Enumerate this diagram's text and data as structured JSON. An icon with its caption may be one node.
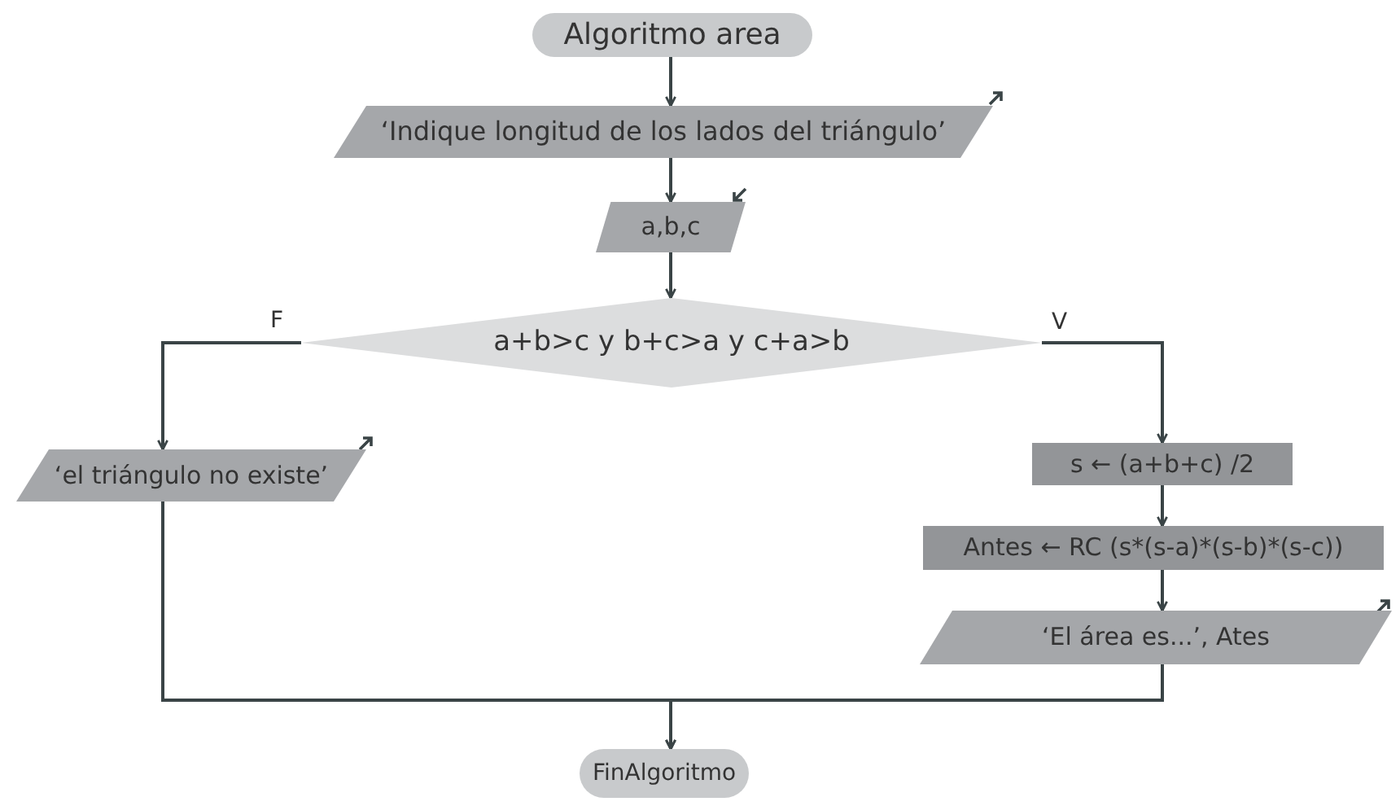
{
  "diagram": {
    "nodes": [
      {
        "text": [
          "Algoritmo area"
        ]
      },
      {
        "text": [
          "‘Indique longitud de los lados del triángulo’"
        ]
      },
      {
        "text": [
          "a,b,c"
        ]
      },
      {
        "text": [
          "a+b>c y b+c>a y c+a>b"
        ]
      },
      {
        "text": [
          "‘el triángulo no existe’"
        ]
      },
      {
        "text": [
          "s ← (a+b+c) /2"
        ]
      },
      {
        "text": [
          "Antes ← RC (s*(s-a)*(s-b)*(s-c))"
        ]
      },
      {
        "text": [
          "‘El área es...’, Ates"
        ]
      },
      {
        "text": [
          "FinAlgoritmo"
        ]
      }
    ],
    "edges": [
      {
        "from": 0,
        "to": 1,
        "arrow": "to"
      },
      {
        "from": 1,
        "to": 2,
        "arrow": "to"
      },
      {
        "from": 2,
        "to": 3,
        "arrow": "to"
      },
      {
        "from": 3,
        "to": 4,
        "arrow": "to",
        "label": "F"
      },
      {
        "from": 3,
        "to": 5,
        "arrow": "to",
        "label": "V"
      },
      {
        "from": 5,
        "to": 6,
        "arrow": "to"
      },
      {
        "from": 6,
        "to": 7,
        "arrow": "to"
      },
      {
        "from": 4,
        "to": 8,
        "arrow": "to"
      },
      {
        "from": 7,
        "to": 8,
        "arrow": "to"
      }
    ]
  }
}
